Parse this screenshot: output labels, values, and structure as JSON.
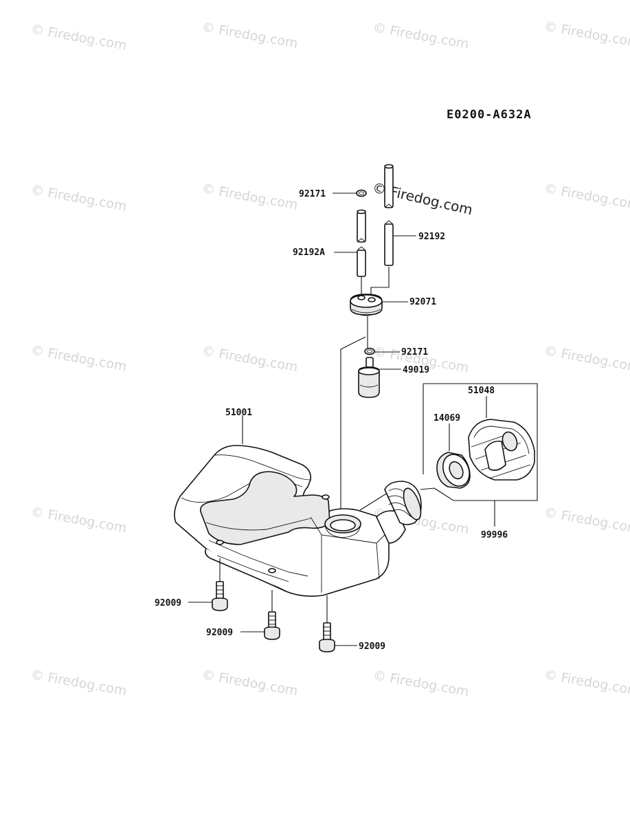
{
  "diagram_code": "E0200-A632A",
  "watermark": "© Firedog.com",
  "parts": {
    "p92171_top": "92171",
    "p92192A": "92192A",
    "p92192": "92192",
    "p92071": "92071",
    "p92171_mid": "92171",
    "p49019": "49019",
    "p51001": "51001",
    "p51048": "51048",
    "p14069": "14069",
    "p99996": "99996",
    "p92009_left": "92009",
    "p92009_mid": "92009",
    "p92009_right": "92009"
  }
}
